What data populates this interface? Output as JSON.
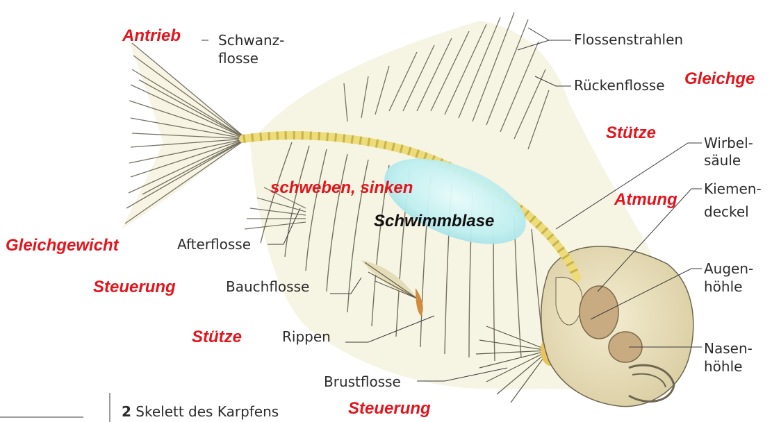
{
  "labels": {
    "schwanzflosse": "Schwanz-",
    "schwanzflosse_2": "flosse",
    "flossenstrahlen": "Flossenstrahlen",
    "rueckenflosse": "Rückenflosse",
    "wirbelsaeule": "Wirbel-",
    "wirbelsaeule_2": "säule",
    "kiemendeckel": "Kiemen-",
    "kiemendeckel_2": "deckel",
    "augenhoehle": "Augen-",
    "augenhoehle_2": "höhle",
    "nasenhoehle": "Nasen-",
    "nasenhoehle_2": "höhle",
    "afterflosse": "Afterflosse",
    "bauchflosse": "Bauchflosse",
    "rippen": "Rippen",
    "brustflosse": "Brustflosse"
  },
  "functions": {
    "antrieb": "Antrieb",
    "gleichgewicht_top": "Gleichge",
    "stuetze_top": "Stütze",
    "atmung": "Atmung",
    "schweben": "schweben, sinken",
    "gleichgewicht": "Gleichgewicht",
    "steuerung_1": "Steuerung",
    "stuetze": "Stütze",
    "steuerung_2": "Steuerung"
  },
  "bladder_label": "Schwimmblase",
  "caption": {
    "number": "2",
    "text": "Skelett des Karpfens"
  },
  "colors": {
    "function_text": "#e3141b",
    "bone": "#f3f0d9",
    "spine": "#ecdc7a",
    "bladder": "#bfeff0"
  }
}
